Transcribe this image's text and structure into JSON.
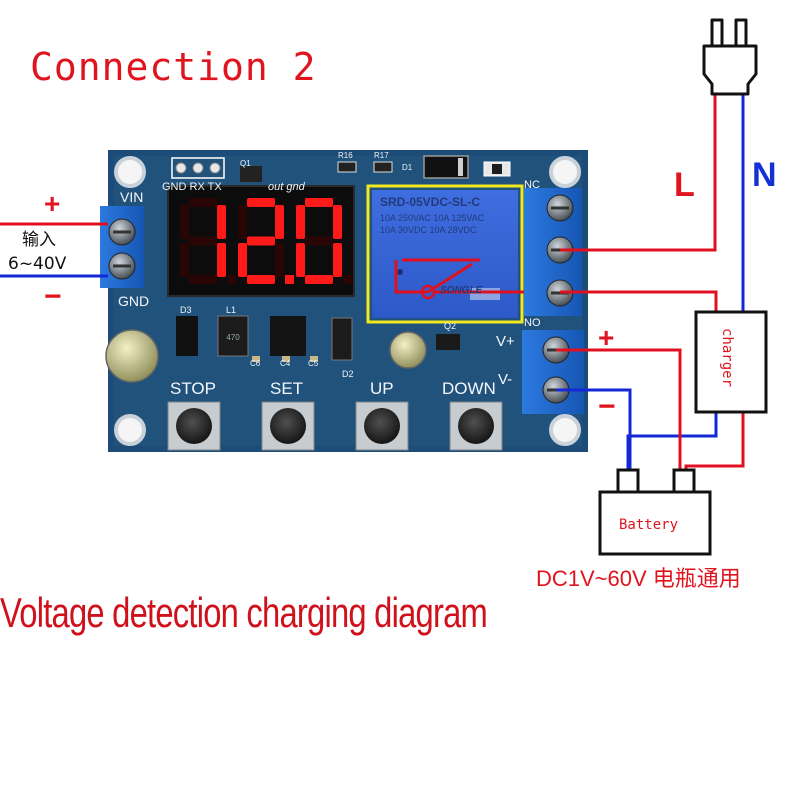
{
  "title": "Connection 2",
  "caption": "Voltage detection charging diagram",
  "input": {
    "plus": "+",
    "label_cn": "输入",
    "range": "6~40V",
    "minus": "−"
  },
  "board": {
    "display": "12.0",
    "header_labels": "GND RX TX",
    "out_gnd": "out gnd",
    "vin": "VIN",
    "gnd": "GND",
    "vplus": "V+",
    "vminus": "V-",
    "nc": "NC",
    "no": "NO",
    "q1": "Q1",
    "r16": "R16",
    "r17": "R17",
    "d1": "D1",
    "d3": "D3",
    "l1": "L1",
    "d2": "D2",
    "c4": "C4",
    "c5": "C5",
    "c6": "C6",
    "q2": "Q2",
    "buttons": [
      "STOP",
      "SET",
      "UP",
      "DOWN"
    ],
    "relay": {
      "model": "SRD-05VDC-SL-C",
      "ratings": [
        "10A 250VAC  10A 125VAC",
        "10A 30VDC  10A 28VDC"
      ],
      "brand": "SONGLE"
    }
  },
  "mains": {
    "L": "L",
    "N": "N"
  },
  "output": {
    "plus": "+",
    "minus": "−"
  },
  "charger": "charger",
  "battery": "Battery",
  "battery_note": "DC1V~60V 电瓶通用",
  "colors": {
    "board": "#1e4c78",
    "wire_red": "#e01020",
    "wire_blue": "#1428d8",
    "terminal": "#2a6fd0",
    "led": "#ff1a1a",
    "relay_yellow_outline": "#f1e81e"
  }
}
